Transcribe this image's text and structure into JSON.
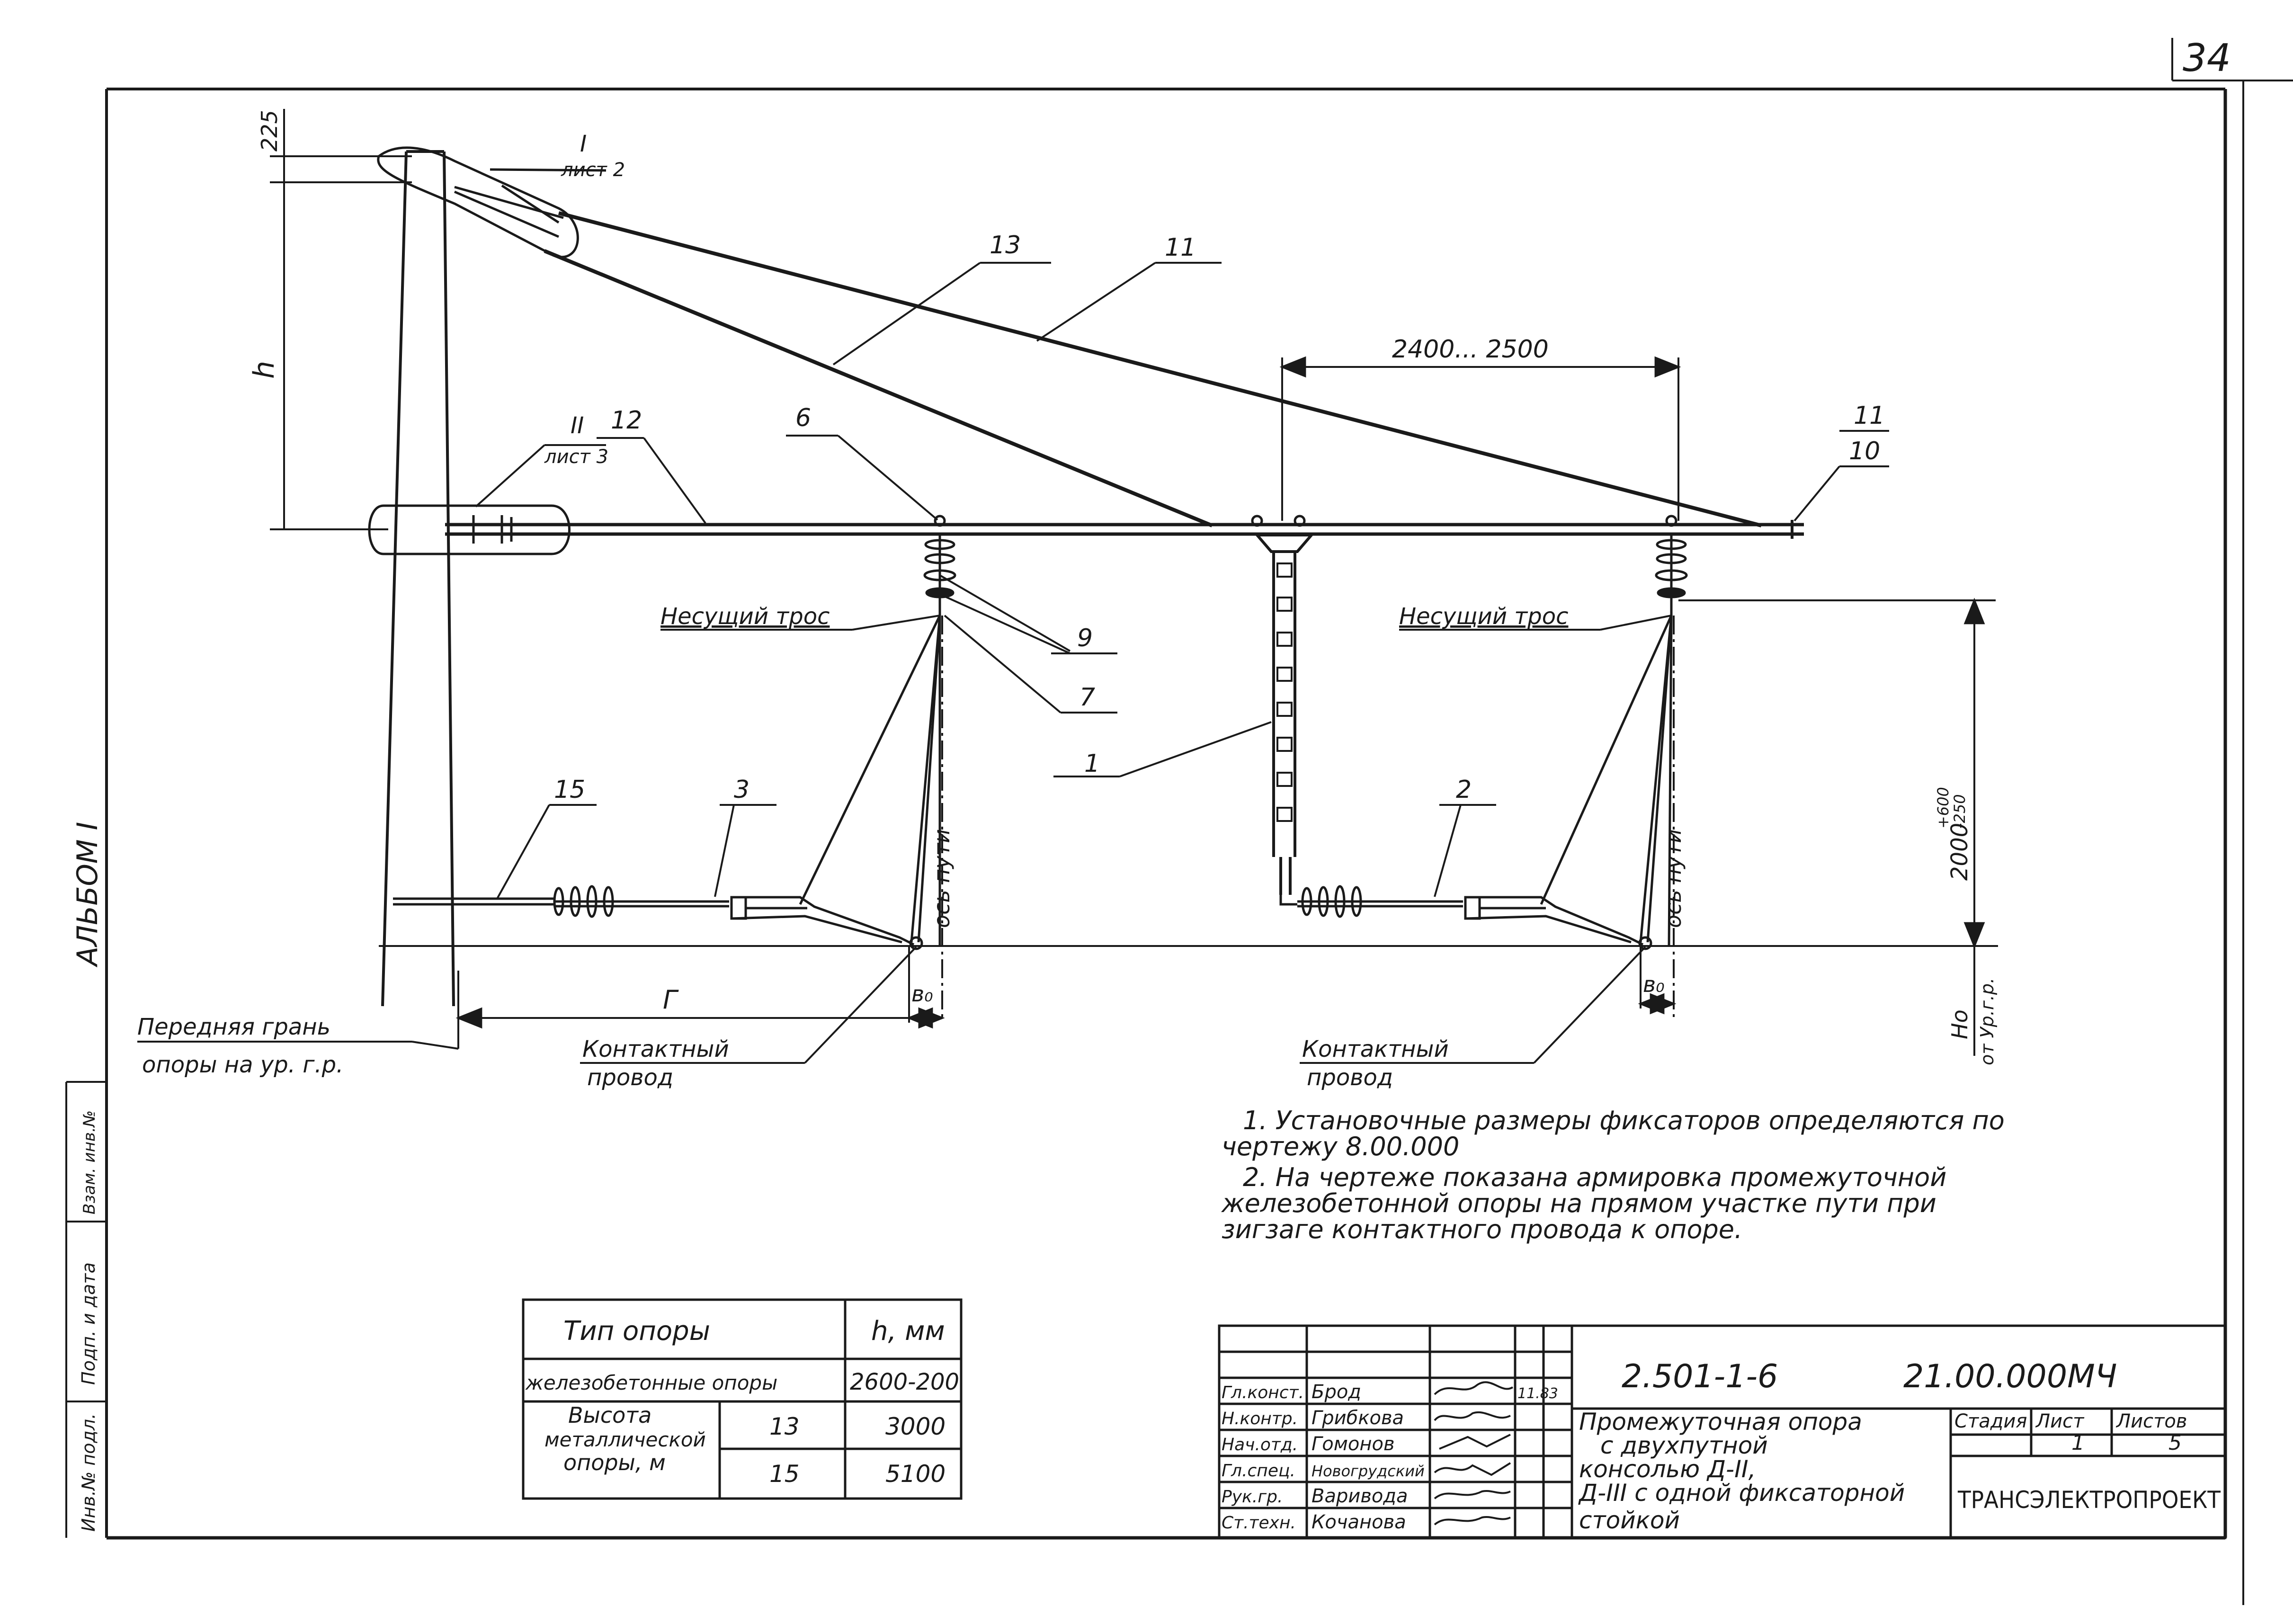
{
  "sheet": {
    "page_number": "34",
    "album_label": "АЛЬБОМ I"
  },
  "drawing": {
    "callouts": {
      "detail_1_roman": "I",
      "detail_1_sheet": "лист 2",
      "detail_2_roman": "II",
      "detail_2_sheet": "лист 3",
      "n13": "13",
      "n11a": "11",
      "n11b": "11",
      "n10": "10",
      "n12": "12",
      "n6": "6",
      "n9": "9",
      "n7": "7",
      "n1": "1",
      "n15": "15",
      "n3": "3",
      "n2": "2"
    },
    "dimensions": {
      "top_offset": "225",
      "height": "h",
      "span": "2400... 2500",
      "stagger_base": "2000",
      "stagger_plus": "+600",
      "stagger_minus": "-250",
      "gauge": "Г",
      "offset_left": "в₀",
      "offset_right": "в₀",
      "ho_label": "Нo",
      "ho_sub": "от Ур.г.р."
    },
    "labels": {
      "messenger_left": "Несущий трос",
      "messenger_right": "Несущий трос",
      "track_axis_left": "ось пути",
      "track_axis_right": "ось пути",
      "front_face_1": "Передняя грань",
      "front_face_2": "опоры на ур. г.р.",
      "contact_wire_left_1": "Контактный",
      "contact_wire_left_2": "провод",
      "contact_wire_right_1": "Контактный",
      "contact_wire_right_2": "провод"
    }
  },
  "notes": [
    "1. Установочные размеры фиксаторов определяются по",
    "чертежу 8.00.000",
    "2. На чертеже показана армировка промежуточной",
    "железобетонной опоры на прямом участке пути при",
    "зигзаге контактного провода к опоре."
  ],
  "support_table": {
    "headers": [
      "Тип опоры",
      "h, мм"
    ],
    "rows": [
      {
        "type": "железобетонные опоры",
        "sub": "",
        "h": "2600-200"
      },
      {
        "type": "Высота",
        "sub": "13",
        "h": "3000"
      },
      {
        "type": "металлической",
        "sub": "",
        "h": ""
      },
      {
        "type": "опоры, м",
        "sub": "15",
        "h": "5100"
      }
    ]
  },
  "title_block": {
    "code": "2.501-1-6",
    "doc_number": "21.00.000МЧ",
    "title_lines": [
      "Промежуточная опора",
      "с двухпутной",
      "консолью Д-II,",
      "Д-III с одной фиксаторной",
      "стойкой"
    ],
    "stage_label": "Стадия",
    "sheet_label": "Лист",
    "sheets_label": "Листов",
    "sheet_value": "1",
    "sheets_value": "5",
    "organization": "ТРАНСЭЛЕКТРОПРОЕКТ",
    "date": "11.83",
    "staff": [
      {
        "role": "Гл.конст.",
        "name": "Брод"
      },
      {
        "role": "Н.контр.",
        "name": "Грибкова"
      },
      {
        "role": "Нач.отд.",
        "name": "Гомонов"
      },
      {
        "role": "Гл.спец.",
        "name": "Новогрудский"
      },
      {
        "role": "Рук.гр.",
        "name": "Варивода"
      },
      {
        "role": "Ст.техн.",
        "name": "Кочанова"
      }
    ]
  },
  "side_stamp": {
    "inv": "Инв.№ подл.",
    "sign_date": "Подп. и дата",
    "replace": "Взам. инв.№"
  }
}
